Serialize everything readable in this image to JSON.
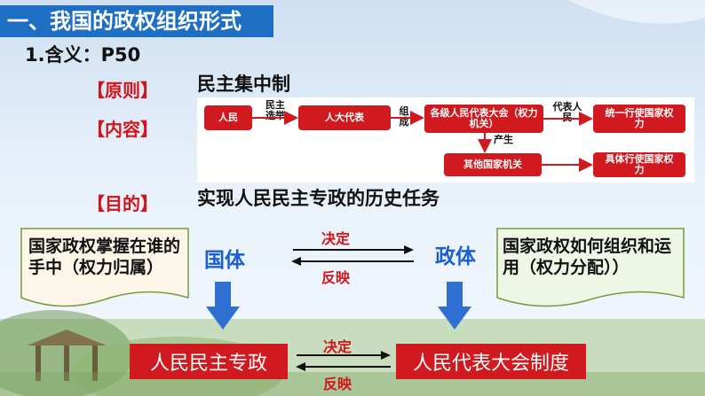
{
  "title": "一、我国的政权组织形式",
  "heading": "1.含义：P50",
  "rows": {
    "principle_label": "【原则】",
    "principle_value": "民主集中制",
    "content_label": "【内容】",
    "purpose_label": "【目的】",
    "purpose_value": "实现人民民主专政的历史任务"
  },
  "diagram": {
    "people": "人民",
    "npc": "人大代表",
    "congress": "各级人民代表大会（权力机关）",
    "unified": "统一行使国家权力",
    "other_organs": "其他国家机关",
    "specific": "具体行使国家权力",
    "edge_election": "民主选举",
    "edge_compose": "组成",
    "edge_represent": "代表人民",
    "edge_produce": "产生"
  },
  "middle": {
    "left_note": "国家政权掌握在谁的手中（权力归属）",
    "right_note": "国家政权如何组织和运用（权力分配））",
    "guoti": "国体",
    "zhengti": "政体",
    "decide": "决定",
    "reflect": "反映"
  },
  "bottom": {
    "left": "人民民主专政",
    "right": "人民代表大会制度",
    "decide": "决定",
    "reflect": "反映"
  },
  "colors": {
    "accent_blue": "#1e6fc4",
    "red": "#d11a1f",
    "label_red": "#d4141b",
    "word_blue": "#1b5fd0"
  }
}
